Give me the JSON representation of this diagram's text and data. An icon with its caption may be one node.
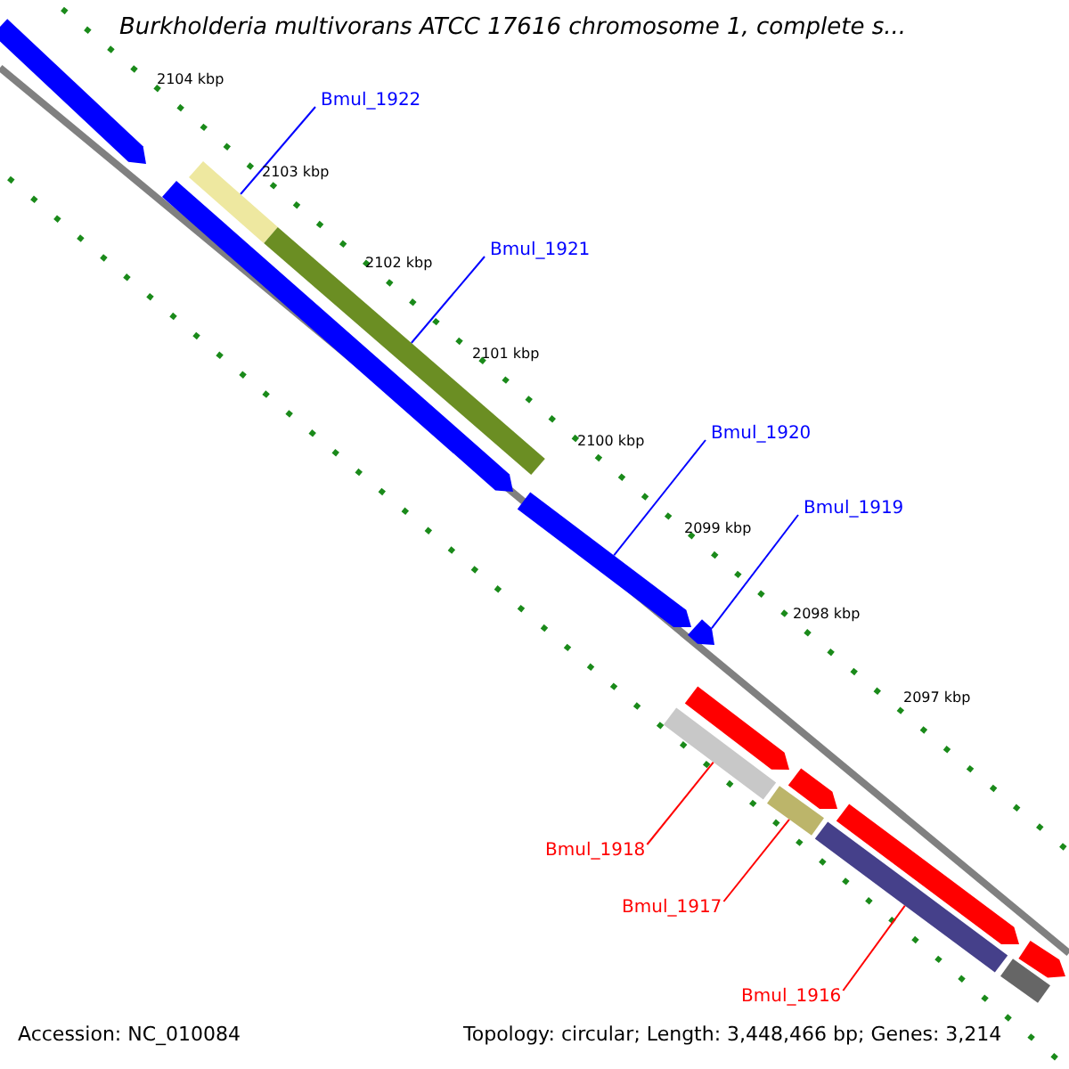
{
  "diagram": {
    "title": "Burkholderia multivorans ATCC 17616 chromosome 1, complete s...",
    "nodes": [
      {
        "text": [
          "Bmul_1922"
        ]
      },
      {
        "text": [
          "Bmul_1921"
        ]
      },
      {
        "text": [
          "Bmul_1920"
        ]
      },
      {
        "text": [
          "Bmul_1919"
        ]
      },
      {
        "text": [
          "Bmul_1918"
        ]
      },
      {
        "text": [
          "Bmul_1917"
        ]
      },
      {
        "text": [
          "Bmul_1916"
        ]
      },
      {
        "text": [],
        "shape": "bar"
      },
      {
        "text": [],
        "shape": "bar"
      },
      {
        "text": [],
        "shape": "bar"
      },
      {
        "text": [],
        "shape": "bar"
      },
      {
        "text": [],
        "shape": "bar"
      },
      {
        "text": [],
        "shape": "bar"
      },
      {
        "text": [],
        "shape": "bar"
      },
      {
        "text": [],
        "shape": "bar"
      },
      {
        "text": [],
        "shape": "bar"
      },
      {
        "text": [],
        "shape": "bar"
      },
      {
        "text": [],
        "shape": "bar"
      },
      {
        "text": [],
        "shape": "bar"
      },
      {
        "text": [],
        "shape": "bar"
      },
      {
        "text": [],
        "shape": "bar"
      }
    ],
    "edges": [
      {
        "from": 0,
        "to": 7,
        "arrow": "none"
      },
      {
        "from": 1,
        "to": 8,
        "arrow": "none"
      },
      {
        "from": 2,
        "to": 9,
        "arrow": "none"
      },
      {
        "from": 3,
        "to": 10,
        "arrow": "none"
      },
      {
        "from": 4,
        "to": 11,
        "arrow": "none",
        "color": "#ff0000"
      },
      {
        "from": 5,
        "to": 12,
        "arrow": "none",
        "color": "#ff0000"
      },
      {
        "from": 6,
        "to": 13,
        "arrow": "none",
        "color": "#ff0000"
      }
    ],
    "labels": [
      "2104 kbp",
      "2103 kbp",
      "2102 kbp",
      "2101 kbp",
      "2100 kbp",
      "2099 kbp",
      "2098 kbp",
      "2097 kbp",
      "Accession: NC_010084",
      "Topology: circular; Length: 3,448,466 bp; Genes: 3,214"
    ]
  }
}
